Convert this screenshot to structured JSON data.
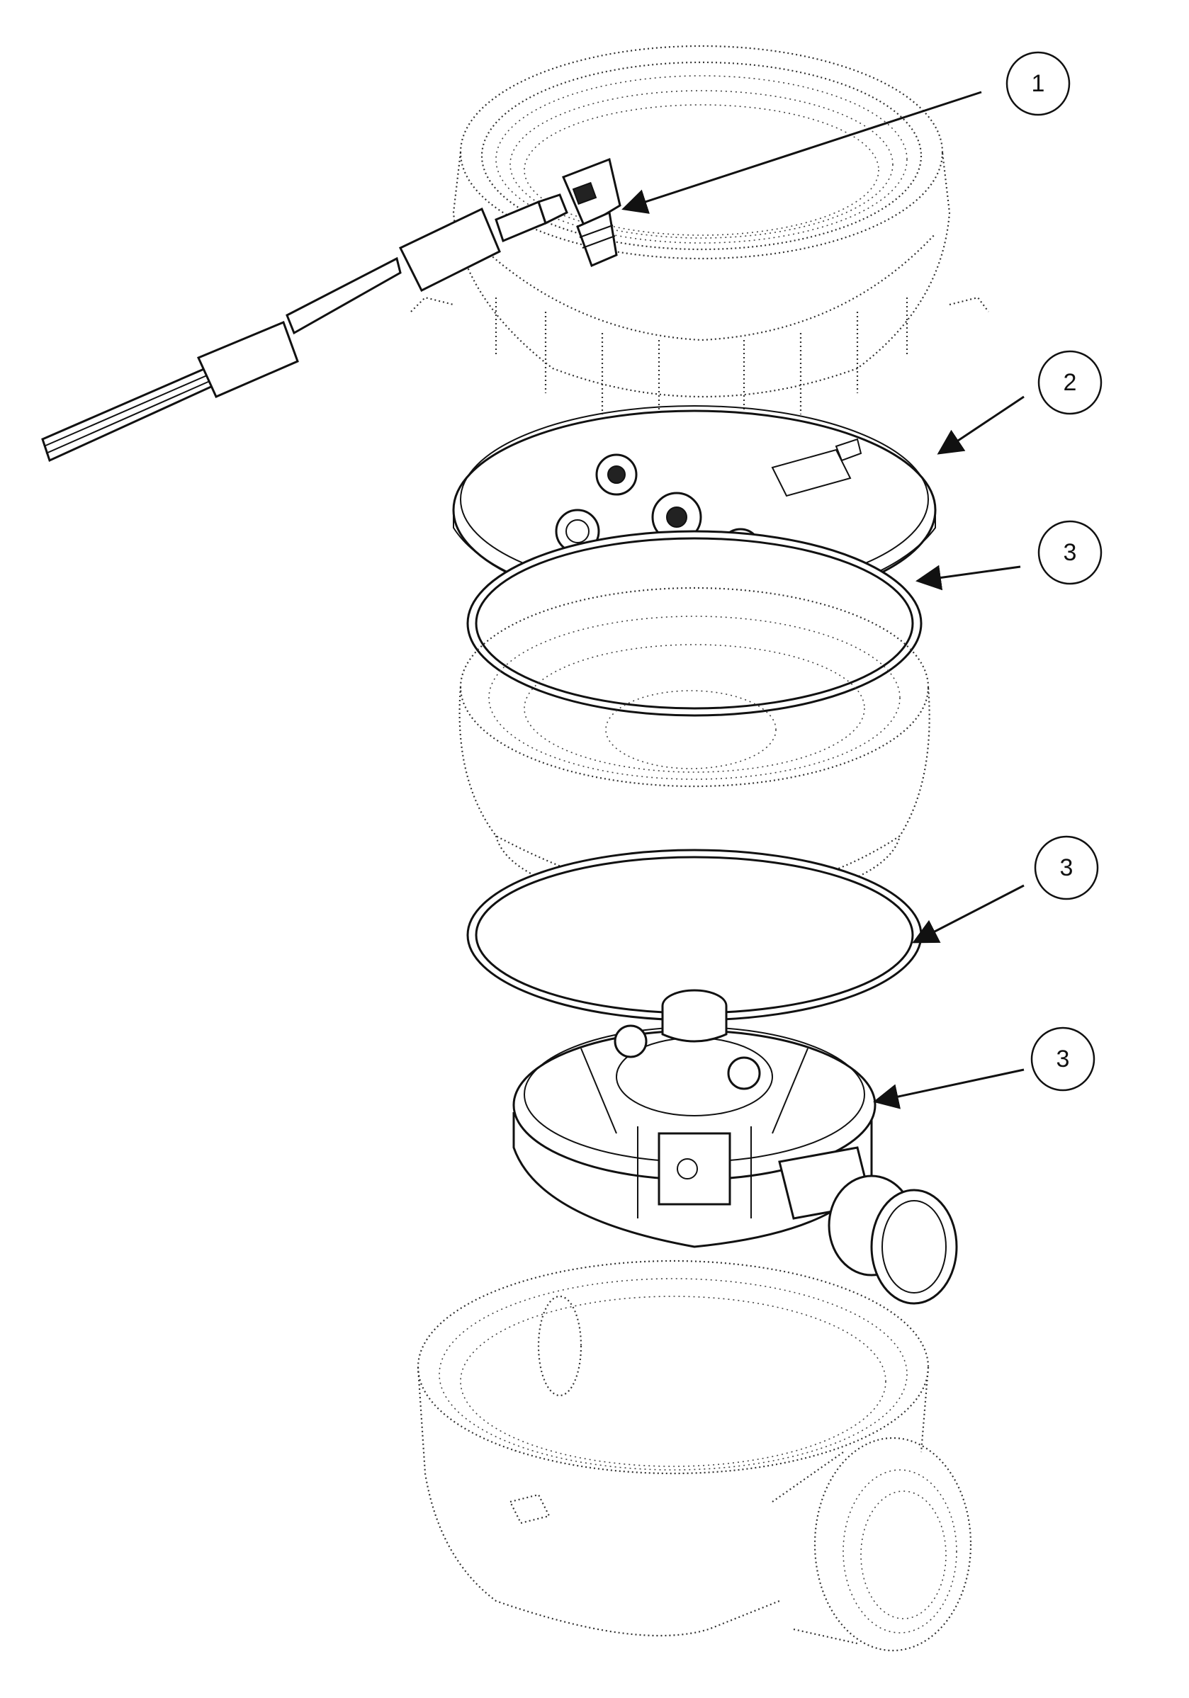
{
  "callouts": [
    {
      "id": "c1",
      "label": "1"
    },
    {
      "id": "c2",
      "label": "2"
    },
    {
      "id": "c3a",
      "label": "3"
    },
    {
      "id": "c3b",
      "label": "3"
    },
    {
      "id": "c3c",
      "label": "3"
    }
  ]
}
